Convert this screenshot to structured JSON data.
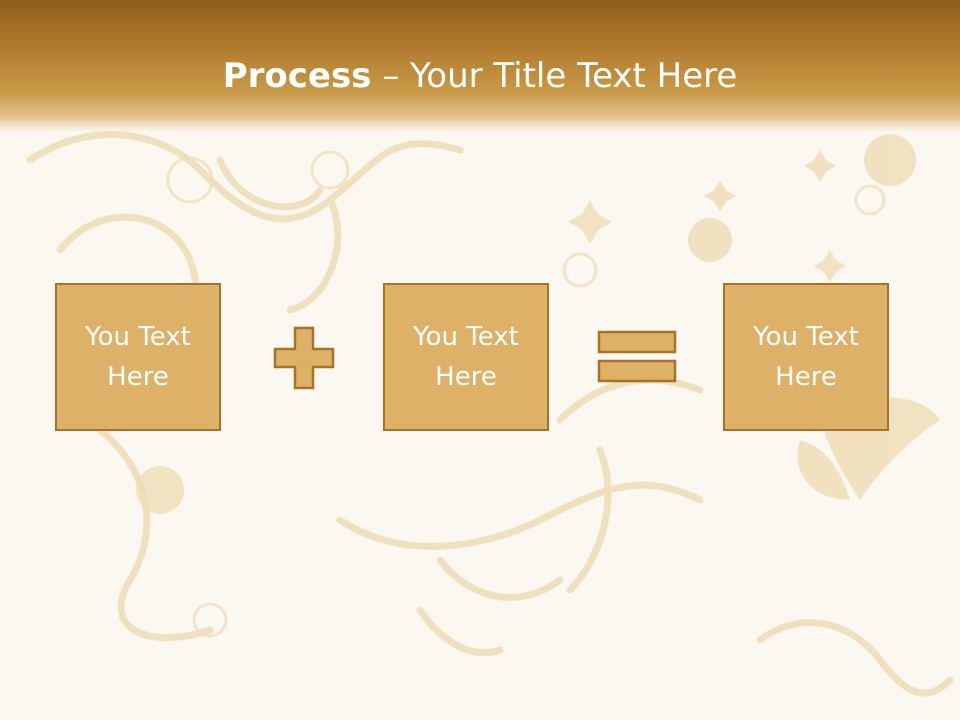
{
  "slide": {
    "title_bold": "Process",
    "title_rest": " – Your Title Text Here"
  },
  "process": {
    "boxes": [
      {
        "text": "You Text\nHere"
      },
      {
        "text": "You Text\nHere"
      },
      {
        "text": "You Text\nHere"
      }
    ],
    "operators": [
      "plus-icon",
      "equals-icon"
    ]
  },
  "colors": {
    "header": "#a8722a",
    "box_fill": "#deb168",
    "box_border": "#a87325",
    "ornament": "#e8cf9c",
    "background": "#fbf8f2"
  }
}
